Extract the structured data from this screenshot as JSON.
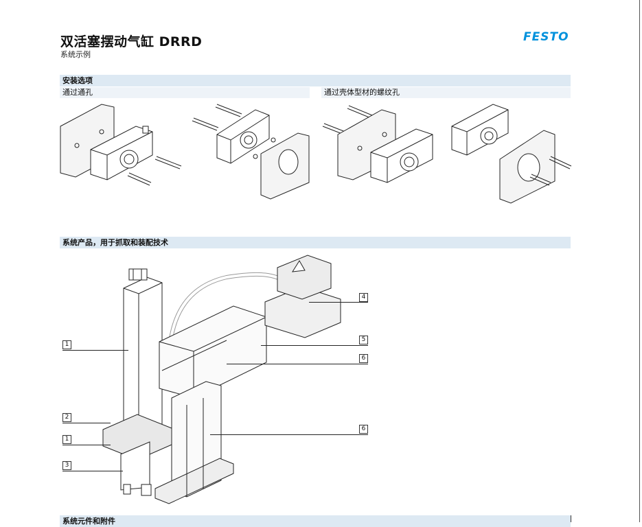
{
  "header": {
    "title": "双活塞摆动气缸 DRRD",
    "subtitle": "系统示例",
    "logo": "FESTO",
    "brand_color": "#0091dc"
  },
  "section_mounting": {
    "heading": "安装选项",
    "left_label": "通过通孔",
    "right_label": "通过壳体型材的螺纹孔"
  },
  "section_system": {
    "heading": "系统产品，用于抓取和装配技术",
    "callouts": [
      "4",
      "5",
      "6",
      "1",
      "2",
      "1",
      "3",
      "6"
    ]
  },
  "section_components": {
    "heading": "系统元件和附件"
  },
  "colors": {
    "band": "#dde9f3",
    "subband": "#eef3f8"
  }
}
